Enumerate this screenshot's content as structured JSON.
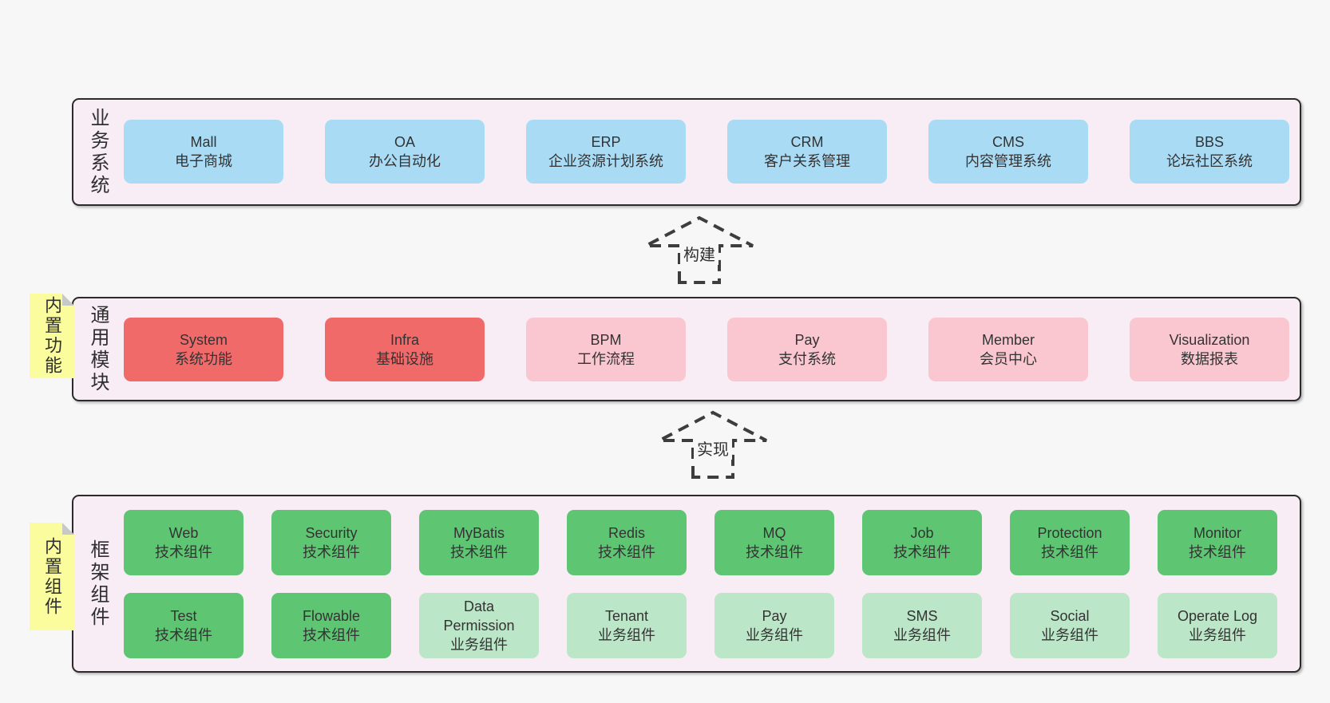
{
  "bands": [
    {
      "label": "业务系统",
      "boxes": [
        {
          "title": "Mall",
          "subtitle": "电子商城",
          "variant": "blue"
        },
        {
          "title": "OA",
          "subtitle": "办公自动化",
          "variant": "blue"
        },
        {
          "title": "ERP",
          "subtitle": "企业资源计划系统",
          "variant": "blue"
        },
        {
          "title": "CRM",
          "subtitle": "客户关系管理",
          "variant": "blue"
        },
        {
          "title": "CMS",
          "subtitle": "内容管理系统",
          "variant": "blue"
        },
        {
          "title": "BBS",
          "subtitle": "论坛社区系统",
          "variant": "blue"
        }
      ]
    },
    {
      "label": "通用模块",
      "sticky": "内置功能",
      "boxes": [
        {
          "title": "System",
          "subtitle": "系统功能",
          "variant": "red"
        },
        {
          "title": "Infra",
          "subtitle": "基础设施",
          "variant": "red"
        },
        {
          "title": "BPM",
          "subtitle": "工作流程",
          "variant": "pink"
        },
        {
          "title": "Pay",
          "subtitle": "支付系统",
          "variant": "pink"
        },
        {
          "title": "Member",
          "subtitle": "会员中心",
          "variant": "pink"
        },
        {
          "title": "Visualization",
          "subtitle": "数据报表",
          "variant": "pink"
        }
      ]
    },
    {
      "label": "框架组件",
      "sticky": "内置组件",
      "rows": [
        [
          {
            "title": "Web",
            "subtitle": "技术组件",
            "variant": "green"
          },
          {
            "title": "Security",
            "subtitle": "技术组件",
            "variant": "green"
          },
          {
            "title": "MyBatis",
            "subtitle": "技术组件",
            "variant": "green"
          },
          {
            "title": "Redis",
            "subtitle": "技术组件",
            "variant": "green"
          },
          {
            "title": "MQ",
            "subtitle": "技术组件",
            "variant": "green"
          },
          {
            "title": "Job",
            "subtitle": "技术组件",
            "variant": "green"
          },
          {
            "title": "Protection",
            "subtitle": "技术组件",
            "variant": "green"
          },
          {
            "title": "Monitor",
            "subtitle": "技术组件",
            "variant": "green"
          }
        ],
        [
          {
            "title": "Test",
            "subtitle": "技术组件",
            "variant": "green"
          },
          {
            "title": "Flowable",
            "subtitle": "技术组件",
            "variant": "green"
          },
          {
            "title": "Data Permission",
            "subtitle": "业务组件",
            "variant": "lightgreen"
          },
          {
            "title": "Tenant",
            "subtitle": "业务组件",
            "variant": "lightgreen"
          },
          {
            "title": "Pay",
            "subtitle": "业务组件",
            "variant": "lightgreen"
          },
          {
            "title": "SMS",
            "subtitle": "业务组件",
            "variant": "lightgreen"
          },
          {
            "title": "Social",
            "subtitle": "业务组件",
            "variant": "lightgreen"
          },
          {
            "title": "Operate Log",
            "subtitle": "业务组件",
            "variant": "lightgreen"
          }
        ]
      ]
    }
  ],
  "arrows": [
    {
      "label": "构建"
    },
    {
      "label": "实现"
    }
  ],
  "colors": {
    "page_bg": "#f7f7f7",
    "band_bg": "#f8edf5",
    "band_border": "#2b2b2b",
    "blue": "#a9dbf5",
    "red": "#f16a6a",
    "pink": "#fac7d1",
    "green": "#5ec573",
    "light_green": "#bce6c8",
    "sticky_yellow": "#fbfc9d",
    "sticky_fold": "#c6c8ca",
    "arrow_dash": "#3d3d3d",
    "text": "#333333"
  }
}
